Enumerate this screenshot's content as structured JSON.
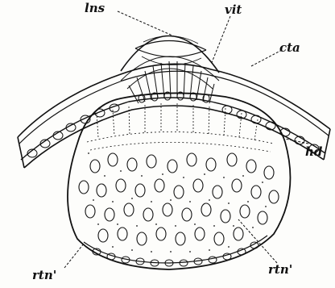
{
  "labels": {
    "lens": "lns",
    "vitreous": "vit",
    "cuticle": "cta",
    "hypodermis": "hd",
    "retina_left": "rtn'",
    "retina_right": "rtn'"
  },
  "colors": {
    "ink": "#111111",
    "paper": "#fdfdfb"
  }
}
